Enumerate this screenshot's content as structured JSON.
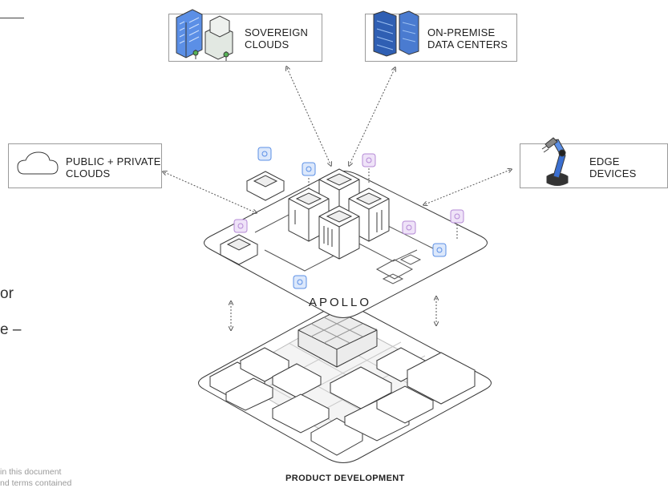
{
  "nodes": {
    "sovereign_clouds": "SOVEREIGN\nCLOUDS",
    "on_premise": "ON-PREMISE\nDATA CENTERS",
    "public_private_clouds": "PUBLIC + PRIVATE\nCLOUDS",
    "edge_devices": "EDGE\nDEVICES"
  },
  "platform_label": "APOLLO",
  "base_label": "PRODUCT DEVELOPMENT",
  "text_fragments": {
    "line1": "or",
    "line2": "e –",
    "footnote1": "in this document",
    "footnote2": "nd terms contained"
  },
  "colors": {
    "blue_badge": "#5b8fe6",
    "purple_badge": "#b58ad6",
    "stroke": "#3a3a3a"
  }
}
